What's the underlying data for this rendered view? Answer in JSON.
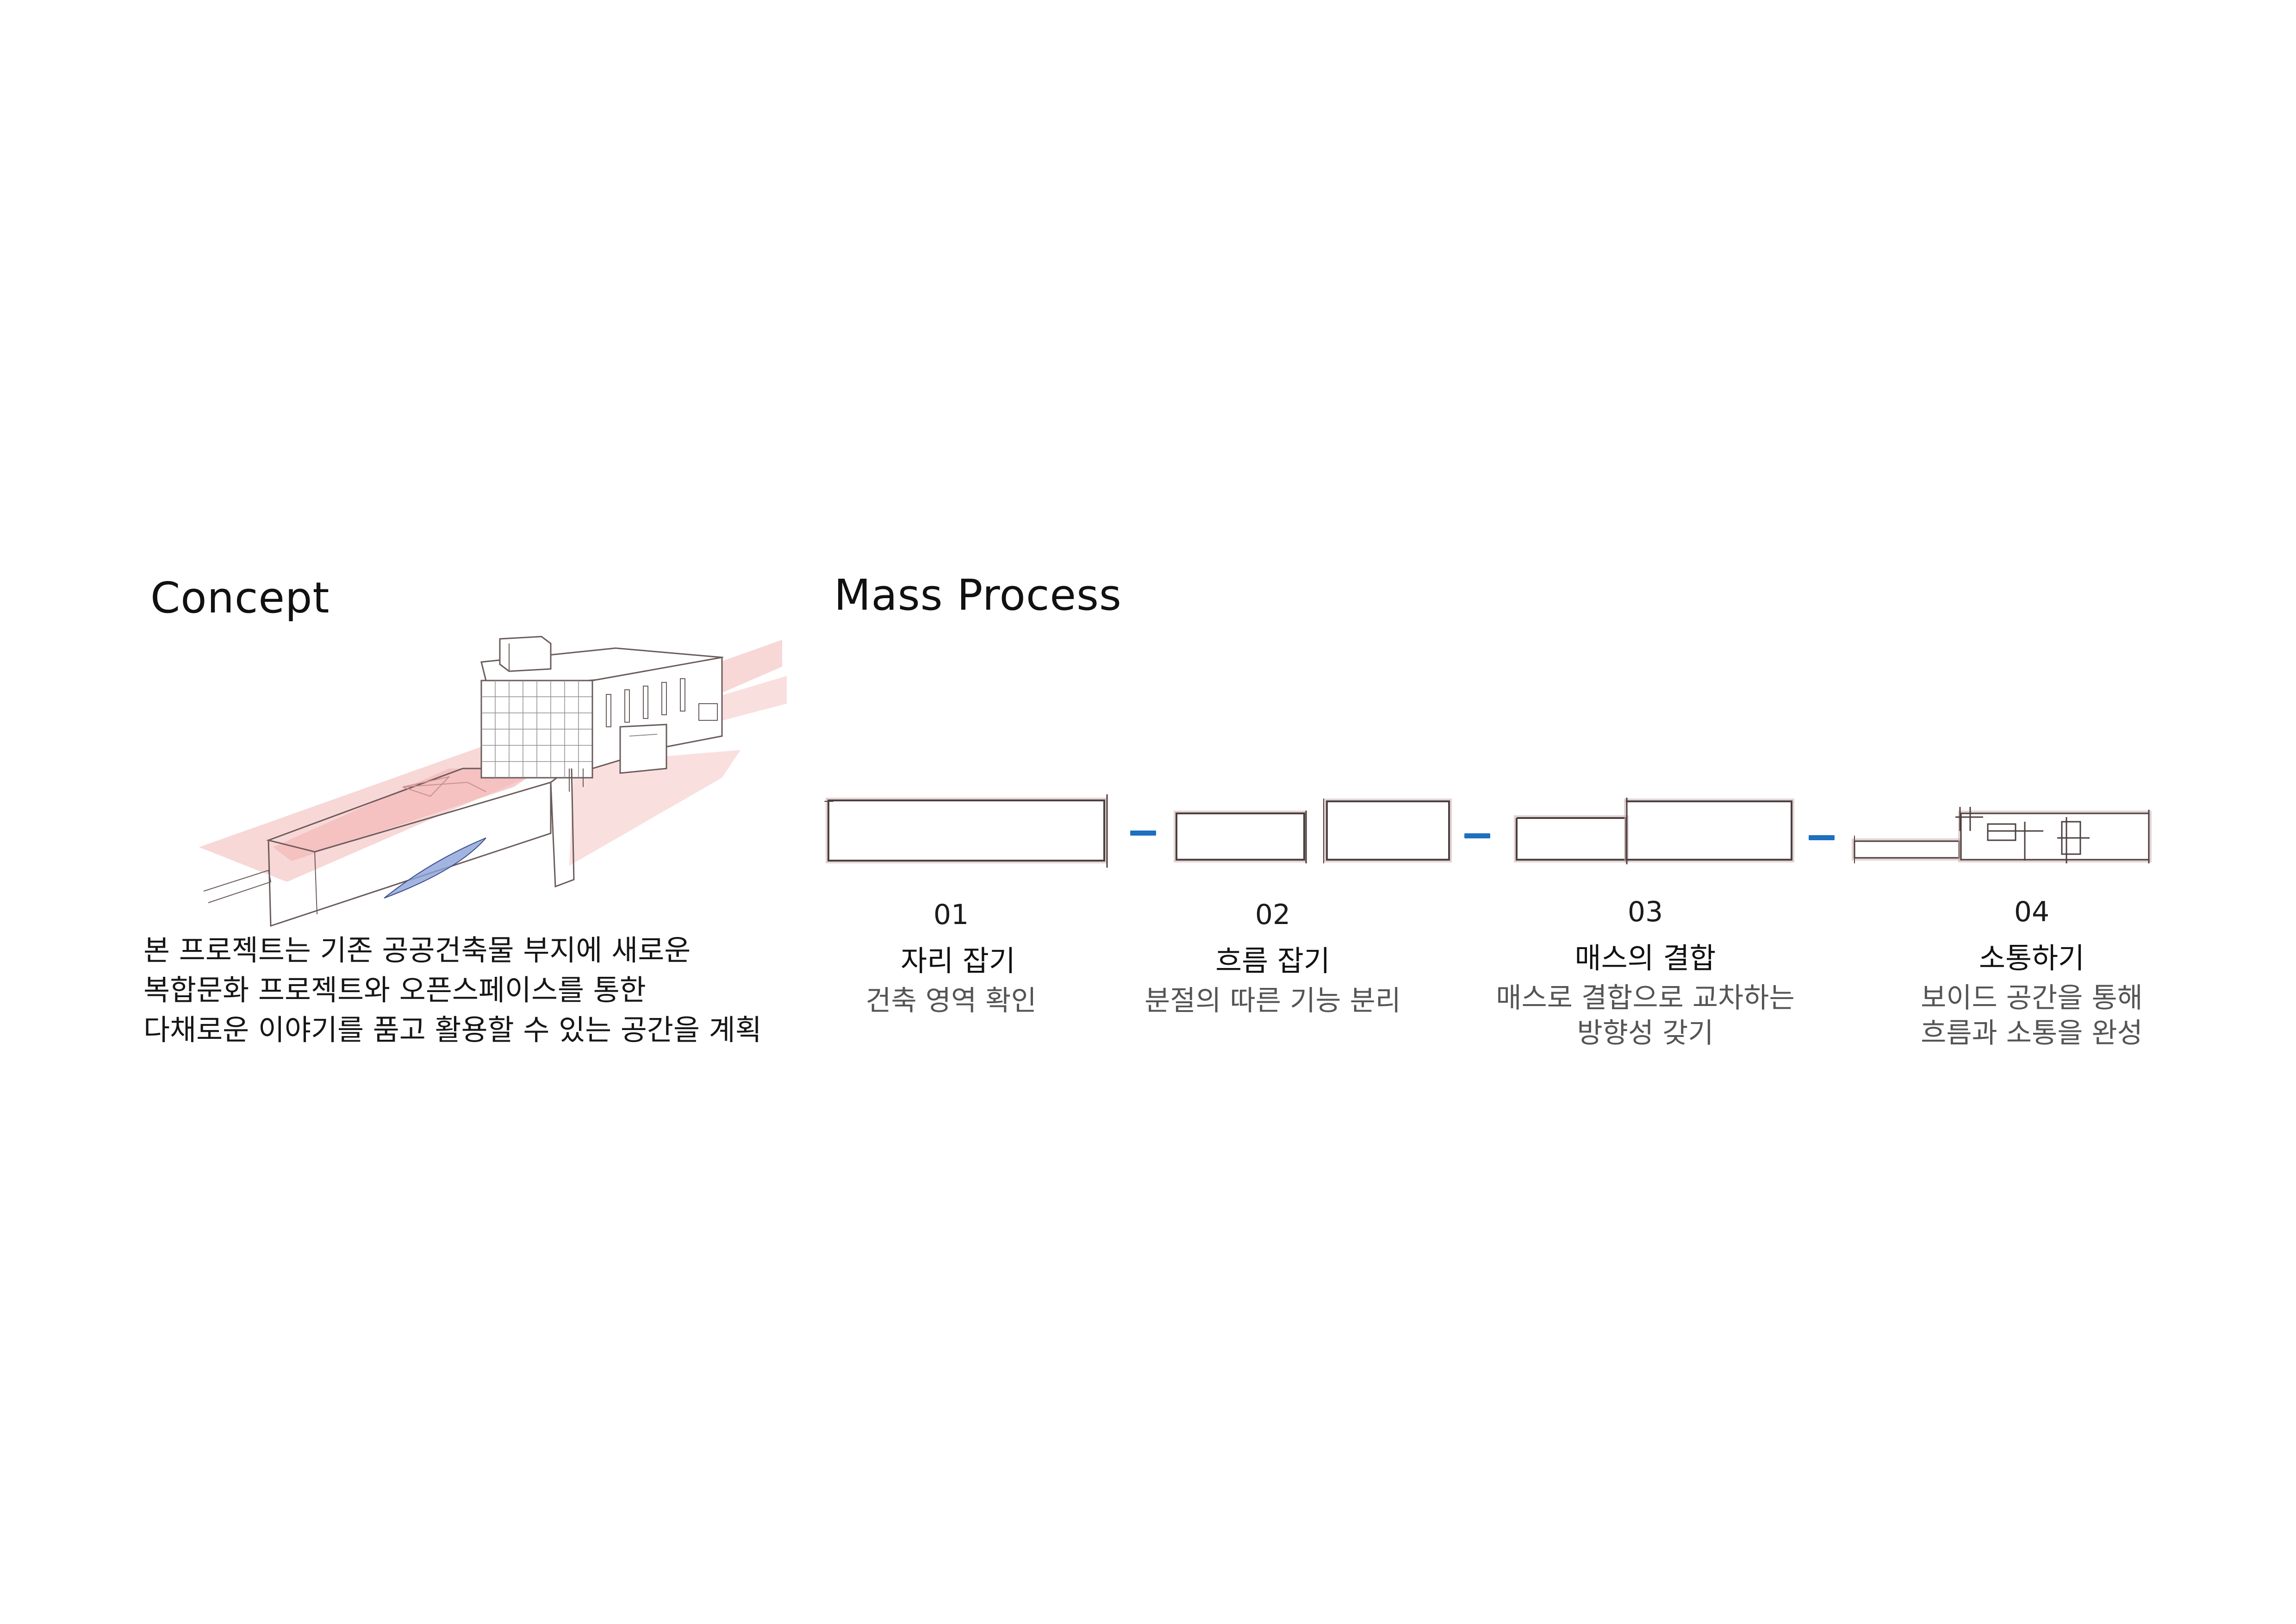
{
  "concept": {
    "title": "Concept",
    "lines": [
      "본 프로젝트는 기존 공공건축물 부지에 새로운",
      "복합문화 프로젝트와 오픈스페이스를 통한",
      "다채로운 이야기를 품고 활용할 수 있는 공간을 계획"
    ]
  },
  "mass_process": {
    "title": "Mass Process",
    "steps": [
      {
        "number": "01",
        "title": "자리 잡기",
        "desc": [
          "건축 영역 확인"
        ]
      },
      {
        "number": "02",
        "title": "흐름 잡기",
        "desc": [
          "분절의 따른 기능 분리"
        ]
      },
      {
        "number": "03",
        "title": "매스의 결합",
        "desc": [
          "매스로 결합으로 교차하는",
          "방향성 갖기"
        ]
      },
      {
        "number": "04",
        "title": "소통하기",
        "desc": [
          "보이드 공간을 통해",
          "흐름과 소통을 완성"
        ]
      }
    ]
  },
  "colors": {
    "connector": "#1f6fbf",
    "plane": "#f6c9c9",
    "sketch_line": "#6b5b5b",
    "void_blue": "#8aa3d8"
  }
}
